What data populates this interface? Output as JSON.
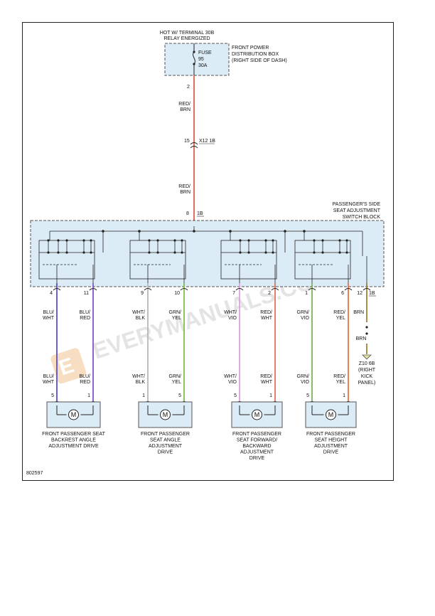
{
  "header": {
    "hot_line1": "HOT W/ TERMINAL 30B",
    "hot_line2": "RELAY ENERGIZED"
  },
  "fuse": {
    "name": "FUSE",
    "number": "95",
    "rating": "30A",
    "box_line1": "FRONT POWER",
    "box_line2": "DISTRIBUTION BOX",
    "box_line3": "(RIGHT SIDE OF DASH)",
    "pin": "2"
  },
  "feed": {
    "wire1_l1": "RED/",
    "wire1_l2": "BRN",
    "conn_pin": "15",
    "conn_name": "X12 1B",
    "wire2_l1": "RED/",
    "wire2_l2": "BRN",
    "switch_pin": "8",
    "switch_conn": "1B"
  },
  "switch_block": {
    "line1": "PASSENGER'S SIDE",
    "line2": "SEAT ADJUSTMENT",
    "line3": "SWITCH BLOCK"
  },
  "pins_out": [
    "4",
    "11",
    "9",
    "10",
    "7",
    "2",
    "1",
    "6",
    "12"
  ],
  "pins_out_conn": "1B",
  "wires_top": [
    {
      "l1": "BLU/",
      "l2": "WHT",
      "color": "#5a4fd0"
    },
    {
      "l1": "BLU/",
      "l2": "RED",
      "color": "#8a4fd0"
    },
    {
      "l1": "WHT/",
      "l2": "BLK",
      "color": "#b8b8b8"
    },
    {
      "l1": "GRN/",
      "l2": "YEL",
      "color": "#7cc04a"
    },
    {
      "l1": "WHT/",
      "l2": "VIO",
      "color": "#e0a0e0"
    },
    {
      "l1": "RED/",
      "l2": "WHT",
      "color": "#e07060"
    },
    {
      "l1": "GRN/",
      "l2": "VIO",
      "color": "#7cb060"
    },
    {
      "l1": "RED/",
      "l2": "YEL",
      "color": "#e8704a"
    },
    {
      "l1": "BRN",
      "l2": "",
      "color": "#a0803a"
    }
  ],
  "wires_bottom": [
    {
      "l1": "BLU/",
      "l2": "WHT"
    },
    {
      "l1": "BLU/",
      "l2": "RED"
    },
    {
      "l1": "WHT/",
      "l2": "BLK"
    },
    {
      "l1": "GRN/",
      "l2": "YEL"
    },
    {
      "l1": "WHT/",
      "l2": "VIO"
    },
    {
      "l1": "RED/",
      "l2": "WHT"
    },
    {
      "l1": "GRN/",
      "l2": "VIO"
    },
    {
      "l1": "RED/",
      "l2": "YEL"
    }
  ],
  "ground": {
    "wire2": "BRN",
    "name": "Z10 6B",
    "l1": "(RIGHT",
    "l2": "KICK",
    "l3": "PANEL)"
  },
  "motors": [
    {
      "pin_a": "5",
      "pin_b": "1",
      "symbol": "M",
      "l1": "FRONT PASSENGER SEAT",
      "l2": "BACKREST ANGLE",
      "l3": "ADJUSTMENT DRIVE",
      "l4": ""
    },
    {
      "pin_a": "1",
      "pin_b": "5",
      "symbol": "M",
      "l1": "FRONT PASSENGER",
      "l2": "SEAT ANGLE",
      "l3": "ADJUSTMENT",
      "l4": "DRIVE"
    },
    {
      "pin_a": "5",
      "pin_b": "1",
      "symbol": "M",
      "l1": "FRONT PASSENGER",
      "l2": "SEAT FORWARD/",
      "l3": "BACKWARD",
      "l4": "ADJUSTMENT",
      "l5": "DRIVE"
    },
    {
      "pin_a": "5",
      "pin_b": "1",
      "symbol": "M",
      "l1": "FRONT PASSENGER",
      "l2": "SEAT HEIGHT",
      "l3": "ADJUSTMENT",
      "l4": "DRIVE"
    }
  ],
  "diagram_id": "802597",
  "watermark": "EVERYMANUALS.COM"
}
